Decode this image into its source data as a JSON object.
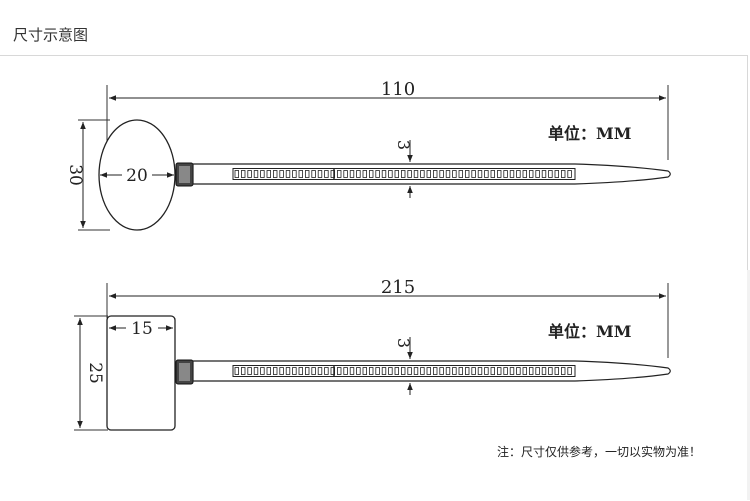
{
  "page_title": "尺寸示意图",
  "note": "注：尺寸仅供参考，一切以实物为准！",
  "diagram_top": {
    "length_label": "110",
    "height_label": "30",
    "width_label": "20",
    "strap_label": "3",
    "unit_label": "单位：MM"
  },
  "diagram_bottom": {
    "length_label": "215",
    "height_label": "25",
    "width_label": "15",
    "strap_label": "3",
    "unit_label": "单位：MM"
  },
  "colors": {
    "line": "#222222",
    "dim": "#333333"
  }
}
